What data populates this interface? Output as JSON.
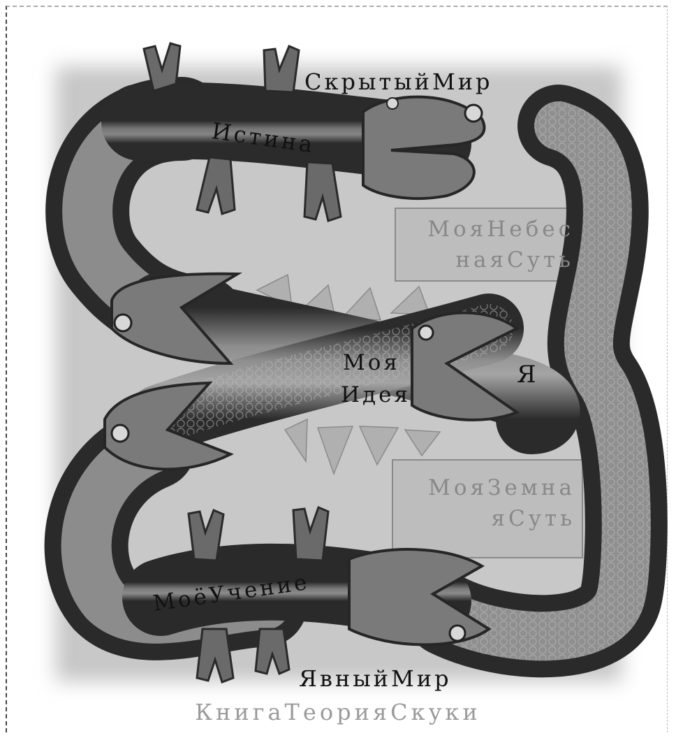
{
  "labels": {
    "hidden_world": "СкрытыйМир",
    "truth": "Истина",
    "heavenly_essence_line1": "МояНебес",
    "heavenly_essence_line2": "наяСуть",
    "my_idea_line1": "Моя",
    "my_idea_line2": "Идея",
    "self": "Я",
    "earthly_essence_line1": "МояЗемна",
    "earthly_essence_line2": "яСуть",
    "my_teaching": "МоёУчение",
    "manifest_world": "ЯвныйМир"
  },
  "caption": "КнигаТеорияСкуки",
  "colors": {
    "background": "#ffffff",
    "paper": "#c7c7c7",
    "creature_dark": "#2a2a2a",
    "creature_mid": "#6e6e6e",
    "creature_light": "#a8a8a8",
    "caption_text": "#9a9a9a"
  },
  "illustration": {
    "subject": "four-lizards-eating-each-other-pencil-drawing"
  }
}
